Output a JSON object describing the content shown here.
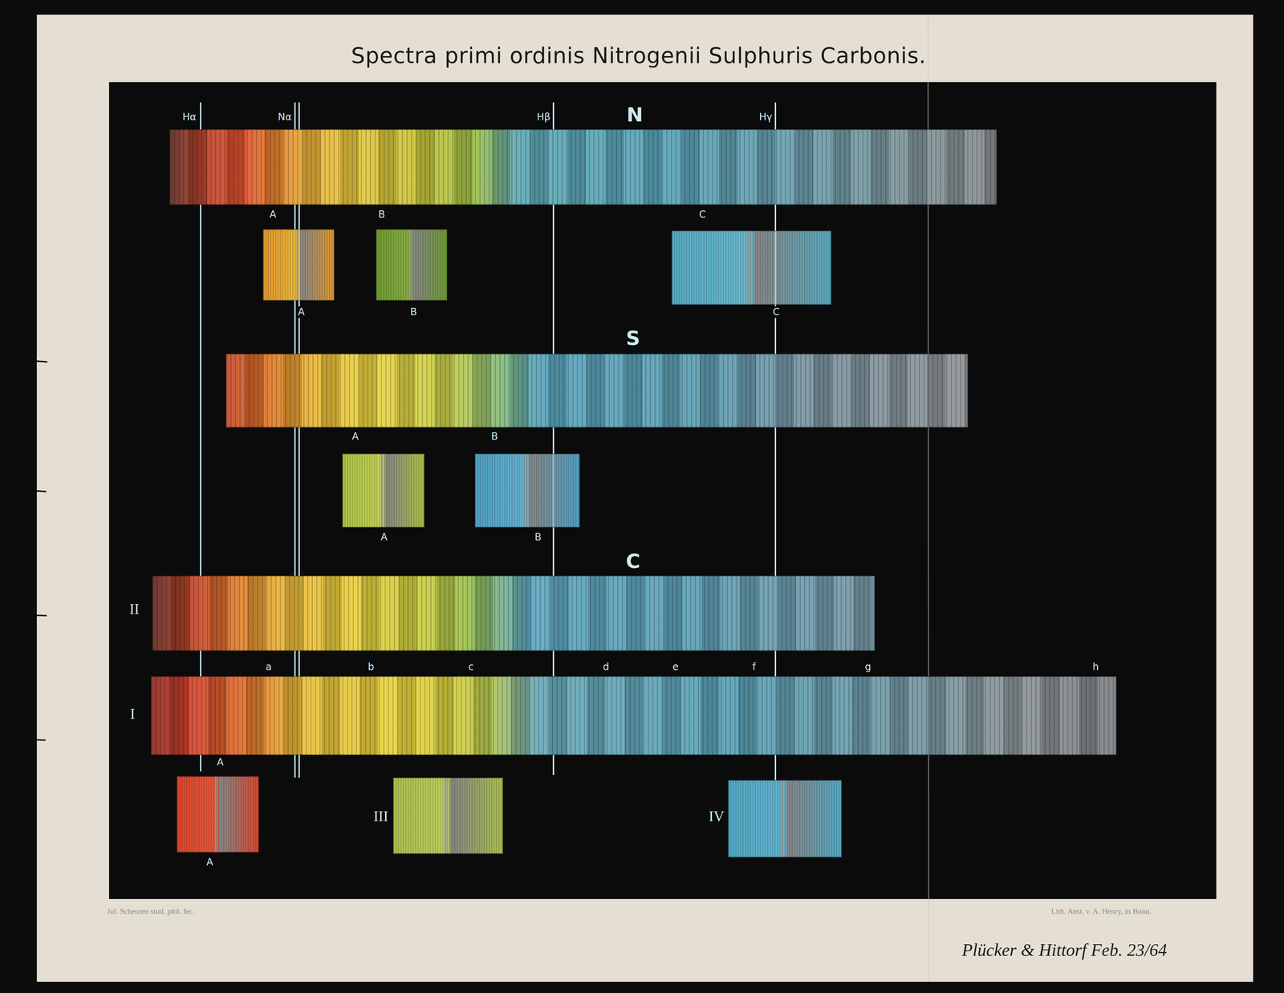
{
  "diagram": {
    "title": "Spectra primi ordinis Nitrogenii Sulphuris Carbonis.",
    "nodes": [
      {
        "text": [
          "N"
        ]
      },
      {
        "text": [
          "A"
        ]
      },
      {
        "text": [
          "B"
        ]
      },
      {
        "text": [
          "C"
        ]
      },
      {
        "text": [
          "S"
        ]
      },
      {
        "text": [
          "A"
        ]
      },
      {
        "text": [
          "B"
        ]
      },
      {
        "text": [
          "C",
          "II"
        ]
      },
      {
        "text": [
          "I"
        ]
      },
      {
        "text": [
          "A"
        ]
      },
      {
        "text": [
          "III"
        ]
      },
      {
        "text": [
          "IV"
        ]
      }
    ],
    "labels": [
      "Hα",
      "Nα",
      "Hβ",
      "Hγ",
      "A",
      "B",
      "C",
      "A",
      "B",
      "a",
      "b",
      "c",
      "d",
      "e",
      "f",
      "g",
      "h",
      "A",
      "Jul. Scheuren stud. phil. fec.",
      "Lith. Anst. v. A. Henry, in Bonn.",
      "Plücker & Hittorf Feb. 23/64"
    ]
  }
}
